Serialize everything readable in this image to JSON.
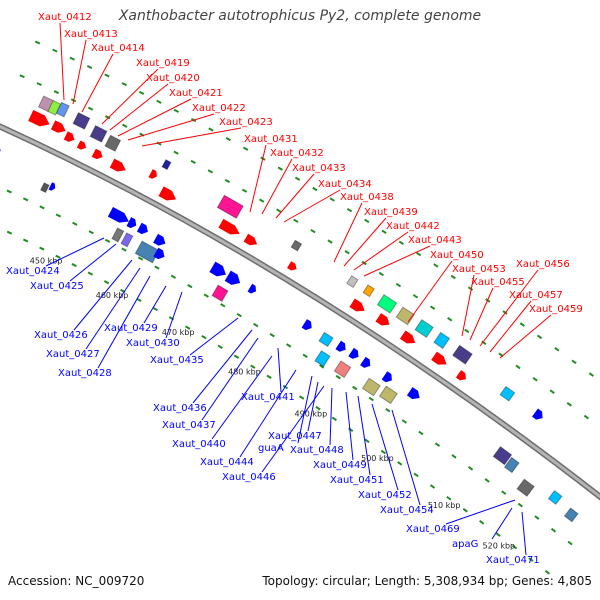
{
  "title": "Xanthobacter autotrophicus Py2, complete genome",
  "footer": {
    "accession": "Accession: NC_009720",
    "summary": "Topology: circular; Length: 5,308,934 bp; Genes: 4,805"
  },
  "colors": {
    "top_label": "#ff0000",
    "bottom_label": "#0000ff",
    "backbone": "#888888",
    "tick": "#228b22"
  },
  "scale_ticks": [
    "450 kbp",
    "460 kbp",
    "470 kbp",
    "480 kbp",
    "490 kbp",
    "500 kbp",
    "510 kbp",
    "520 kbp"
  ],
  "top_labels": [
    "Xaut_0412",
    "Xaut_0413",
    "Xaut_0414",
    "Xaut_0419",
    "Xaut_0420",
    "Xaut_0421",
    "Xaut_0422",
    "Xaut_0423",
    "Xaut_0431",
    "Xaut_0432",
    "Xaut_0433",
    "Xaut_0434",
    "Xaut_0438",
    "Xaut_0439",
    "Xaut_0442",
    "Xaut_0443",
    "Xaut_0450",
    "Xaut_0453",
    "Xaut_0455",
    "Xaut_0456",
    "Xaut_0457",
    "Xaut_0459"
  ],
  "bottom_labels": [
    "Xaut_0424",
    "Xaut_0425",
    "Xaut_0426",
    "Xaut_0427",
    "Xaut_0428",
    "Xaut_0429",
    "Xaut_0430",
    "Xaut_0435",
    "Xaut_0436",
    "Xaut_0437",
    "Xaut_0441",
    "Xaut_0440",
    "Xaut_0444",
    "guaA",
    "Xaut_0447",
    "Xaut_0446",
    "Xaut_0448",
    "Xaut_0449",
    "Xaut_0451",
    "Xaut_0452",
    "Xaut_0454",
    "Xaut_0469",
    "apaG",
    "Xaut_0471"
  ]
}
